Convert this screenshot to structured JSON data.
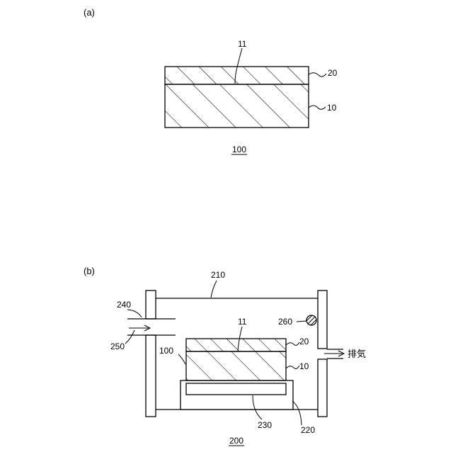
{
  "figure_a": {
    "panel_label": "(a)",
    "labels": {
      "interface": "11",
      "top_layer": "20",
      "substrate": "10",
      "laminate": "100"
    }
  },
  "figure_b": {
    "panel_label": "(b)",
    "labels": {
      "chamber": "210",
      "gas_pipe": "240",
      "gas_flow": "250",
      "sensor": "260",
      "interface": "11",
      "top_layer": "20",
      "laminate": "100",
      "substrate": "10",
      "heater": "230",
      "stage": "220",
      "apparatus": "200",
      "exhaust": "排気"
    }
  }
}
